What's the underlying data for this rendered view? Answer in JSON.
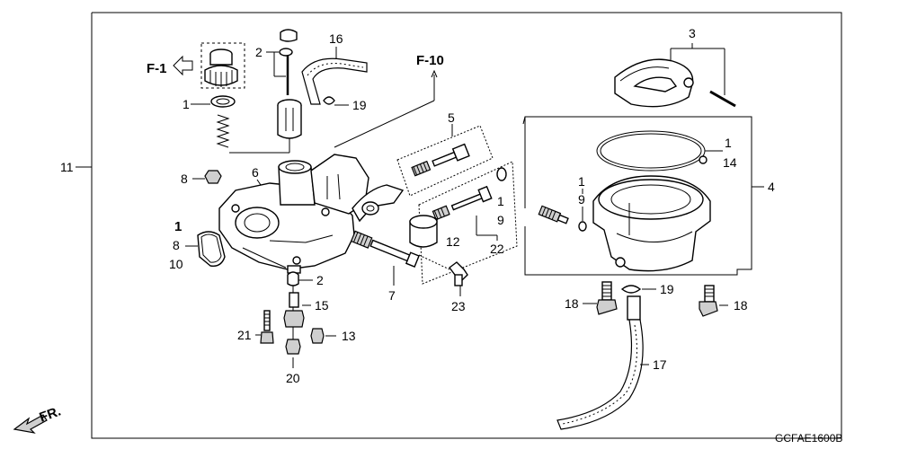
{
  "diagram": {
    "refs": {
      "f1": "F-1",
      "f10": "F-10",
      "fr": "FR."
    },
    "code": "GCFAE1600B",
    "callouts": {
      "c11": "11",
      "c1a": "1",
      "c2a": "2",
      "c16": "16",
      "c19a": "19",
      "c6": "6",
      "c8a": "8",
      "c1b": "1",
      "c8b": "8",
      "c10": "10",
      "c5": "5",
      "c1c": "1",
      "c9a": "9",
      "c22": "22",
      "c12": "12",
      "c7": "7",
      "c23": "23",
      "c2b": "2",
      "c15": "15",
      "c21": "21",
      "c13": "13",
      "c20": "20",
      "c3": "3",
      "c1d": "1",
      "c14": "14",
      "c4": "4",
      "c1e": "1",
      "c9b": "9",
      "c18a": "18",
      "c19b": "19",
      "c18b": "18",
      "c17": "17"
    }
  }
}
